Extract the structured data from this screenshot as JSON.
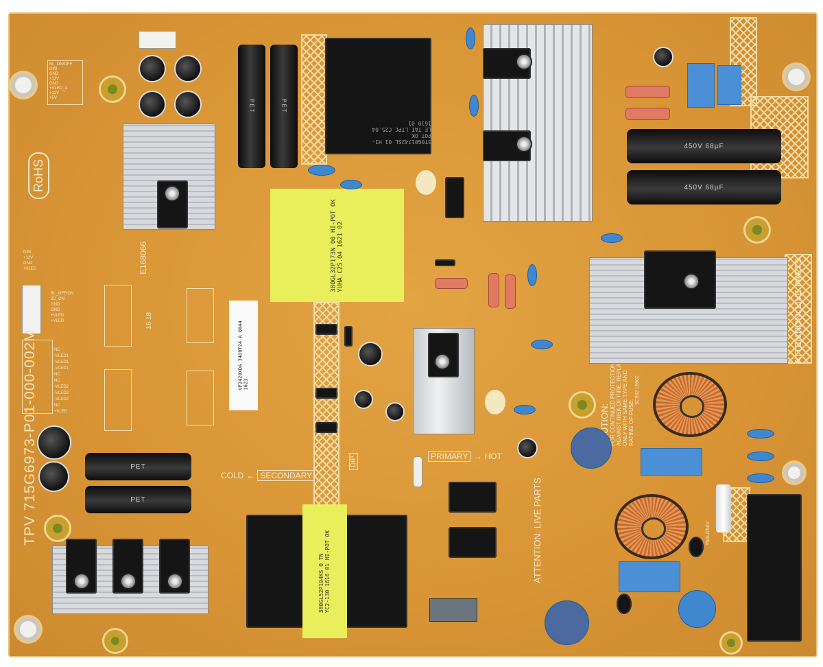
{
  "board": {
    "part_number": "TPV 715G6973-P01-000-002M",
    "rohs": "RoHS",
    "ul_mark": "E168066",
    "date_code": "16 18",
    "cold_label": "COLD",
    "secondary_label": "SECONDARY",
    "primary_label": "PRIMARY",
    "hot_label": "HOT",
    "attention_right": "ATTENTION: LIVE PARTS",
    "attention_bottom": "ATTENTION: LIVE PARTS",
    "caution_title": "CAUTION:",
    "caution_lines": [
      "FOR CONTINUED PROTECTION",
      "AGAINST RISK OF FIRE, REPLACE",
      "ONLY WITH SAME TYPE AND",
      "RATING OF FUSE."
    ],
    "dip_label": "DIP",
    "fuse_label": "T5AL/250V",
    "fuse_code": "SC902 L9902"
  },
  "connectors": {
    "top_left_pins": [
      "BL_ON/OFF",
      "DIM",
      "GND",
      "+12V",
      "GND",
      "+VLED_A",
      "+12V",
      "+5V"
    ],
    "mid_left_pins": [
      "DIM",
      "+12V",
      "GND",
      "+VLED",
      "BL_OFF/ON",
      "2D_ON",
      "GND",
      "GND",
      "+VLED",
      "+VLED"
    ],
    "led_pins": [
      "NC",
      "-VLED1",
      "-VLED1",
      "-VLED1",
      "NC",
      "NC",
      "-VLED2",
      "-VLED2",
      "-VLED2",
      "NC",
      "+VLED"
    ]
  },
  "stickers": {
    "main_transformer": [
      "380GL32P173N  00  HI-POT OK",
      "YUHA C25.04 1621 02"
    ],
    "standby_transformer": [
      "380GL52P194KS 0 TN",
      "YC2-130 1616 01 HI-POT OK"
    ],
    "top_transformer": [
      "3T0G01742SL 01 HI-POT OK",
      "LE TAI LTPC C25.04 1610 01"
    ],
    "barcode_label": [
      "VF2420XDA 34G9T24 A Q044",
      "1623"
    ]
  },
  "capacitors": {
    "bulk": "450V 68µF",
    "output": "PET"
  },
  "colors": {
    "pcb": "#d89435",
    "silkscreen": "#f6ead0",
    "heatsink": "#d7d9dc",
    "sticker": "#e9ef5a",
    "ceramic_cap": "#3f88d0"
  }
}
